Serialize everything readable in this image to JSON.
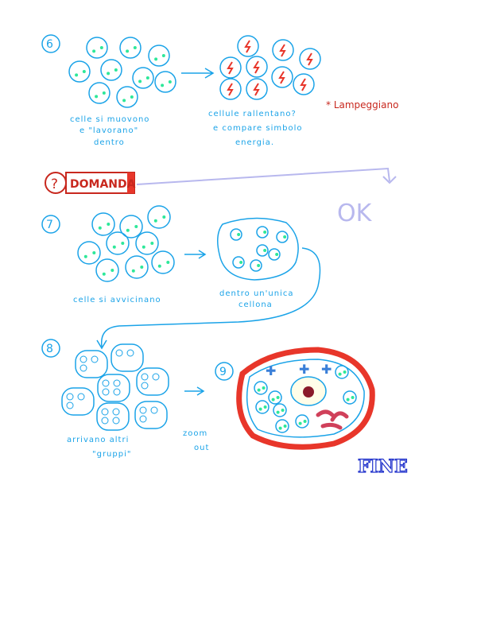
{
  "colors": {
    "ink": "#1aa3e8",
    "green": "#2ee89a",
    "red": "#e8362a",
    "dark_red": "#c8281e",
    "lavender": "#b8b8ee",
    "navy": "#2233cc"
  },
  "steps": [
    {
      "number": "6",
      "caption_left": [
        "celle si muovono",
        "e \"lavorano\"",
        "dentro"
      ],
      "caption_right": [
        "cellule rallentano?",
        "e compare simbolo",
        "energia."
      ],
      "note": "* Lampeggiano",
      "icon": "lightning-icon"
    },
    {
      "number": "7",
      "caption_left": [
        "celle si avvicinano"
      ],
      "caption_right": [
        "dentro un'unica",
        "cellona"
      ]
    },
    {
      "number": "8",
      "caption_left": [
        "arrivano altri",
        "\"gruppi\""
      ],
      "caption_right": [
        "zoom",
        "out"
      ]
    },
    {
      "number": "9"
    }
  ],
  "question": {
    "mark": "?",
    "label": "DOMANDA",
    "answer": "OK"
  },
  "end_label": "FINE"
}
